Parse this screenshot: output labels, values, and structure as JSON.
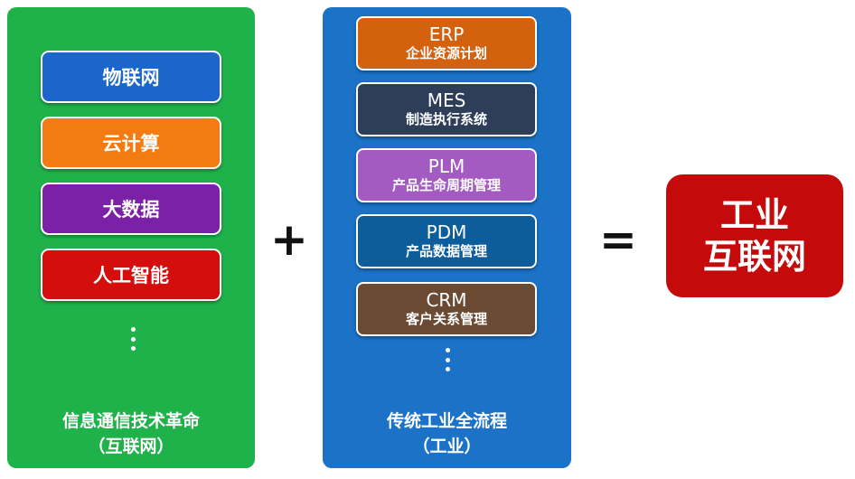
{
  "left_panel": {
    "items": [
      {
        "label": "物联网",
        "color": "#1a66cc"
      },
      {
        "label": "云计算",
        "color": "#f47b12"
      },
      {
        "label": "大数据",
        "color": "#7b21a8"
      },
      {
        "label": "人工智能",
        "color": "#d40d0d"
      }
    ],
    "caption_line1": "信息通信技术革命",
    "caption_line2": "（互联网）",
    "color": "#1fb24b"
  },
  "operator_plus": "+",
  "middle_panel": {
    "items": [
      {
        "abbr": "ERP",
        "full": "企业资源计划",
        "color": "#d3610e"
      },
      {
        "abbr": "MES",
        "full": "制造执行系统",
        "color": "#2e3d58"
      },
      {
        "abbr": "PLM",
        "full": "产品生命周期管理",
        "color": "#a35bc2"
      },
      {
        "abbr": "PDM",
        "full": "产品数据管理",
        "color": "#0e5d9b"
      },
      {
        "abbr": "CRM",
        "full": "客户关系管理",
        "color": "#6a4a33"
      }
    ],
    "caption_line1": "传统工业全流程",
    "caption_line2": "（工业）",
    "color": "#1b72c6"
  },
  "operator_equals": "=",
  "result": {
    "line1": "工业",
    "line2": "互联网",
    "color": "#c40a0a"
  }
}
